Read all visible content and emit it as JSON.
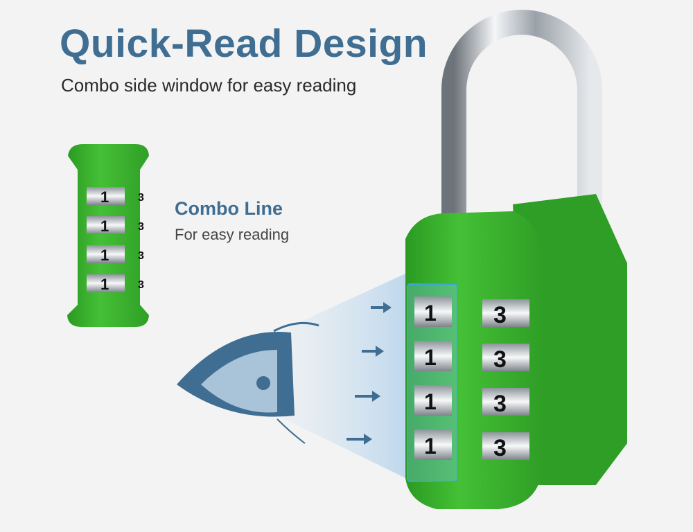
{
  "header": {
    "title": "Quick-Read Design",
    "subtitle": "Combo side window for easy reading"
  },
  "callout": {
    "title": "Combo Line",
    "subtitle": "For easy reading"
  },
  "lock": {
    "color": "#3cb330",
    "window_digits": [
      "1",
      "1",
      "1",
      "1"
    ],
    "front_digits": [
      "3",
      "3",
      "3",
      "3"
    ],
    "cylinder_digits": [
      "1",
      "1",
      "1",
      "1"
    ],
    "cylinder_side_digits": [
      "3",
      "3",
      "3",
      "3"
    ]
  },
  "colors": {
    "accent": "#3f6e92",
    "highlight": "#2fa8e0"
  }
}
